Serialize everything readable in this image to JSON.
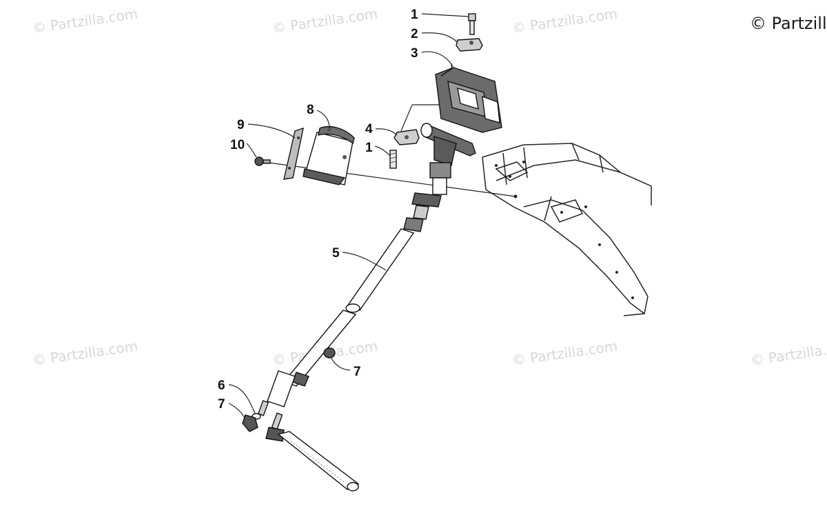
{
  "copyright": "© Partzilla",
  "watermarks": [
    "© Partzilla.com",
    "© Partzilla.com",
    "© Partzilla.com",
    "© Partzilla.com",
    "© Partzilla.com",
    "© Partzilla.com",
    "© Partzilla.com"
  ],
  "callouts": [
    "1",
    "2",
    "3",
    "8",
    "9",
    "10",
    "4",
    "1",
    "5",
    "6",
    "7",
    "7"
  ],
  "colors": {
    "ink": "#111111",
    "watermark": "#d7d7d7",
    "background": "#ffffff"
  }
}
